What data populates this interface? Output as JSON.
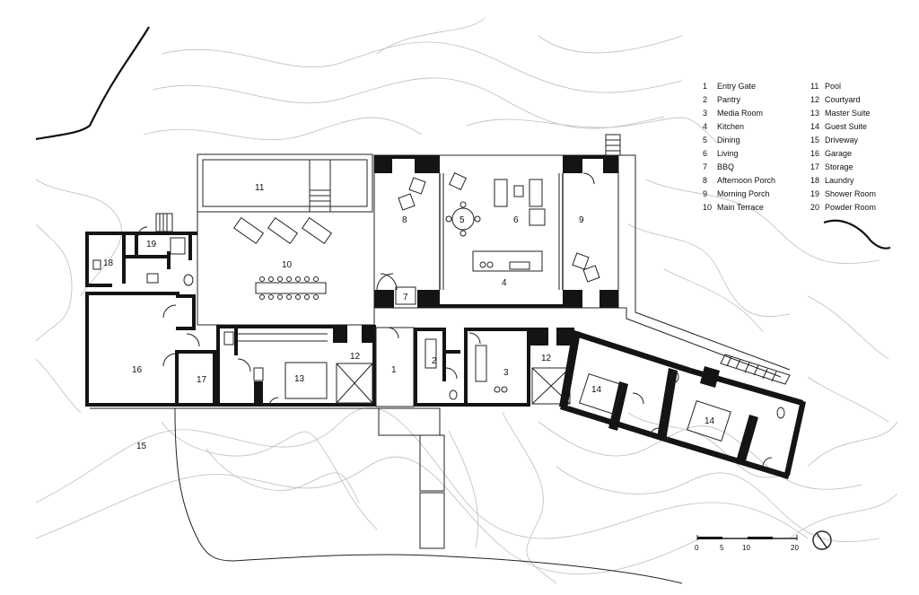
{
  "legend": {
    "items": [
      {
        "num": "1",
        "name": "Entry Gate"
      },
      {
        "num": "2",
        "name": "Pantry"
      },
      {
        "num": "3",
        "name": "Media Room"
      },
      {
        "num": "4",
        "name": "Kitchen"
      },
      {
        "num": "5",
        "name": "Dining"
      },
      {
        "num": "6",
        "name": "Living"
      },
      {
        "num": "7",
        "name": "BBQ"
      },
      {
        "num": "8",
        "name": "Afternoon Porch"
      },
      {
        "num": "9",
        "name": "Morning Porch"
      },
      {
        "num": "10",
        "name": "Main Terrace"
      },
      {
        "num": "11",
        "name": "Pool"
      },
      {
        "num": "12",
        "name": "Courtyard"
      },
      {
        "num": "13",
        "name": "Master Suite"
      },
      {
        "num": "14",
        "name": "Guest Suite"
      },
      {
        "num": "15",
        "name": "Driveway"
      },
      {
        "num": "16",
        "name": "Garage"
      },
      {
        "num": "17",
        "name": "Storage"
      },
      {
        "num": "18",
        "name": "Laundry"
      },
      {
        "num": "19",
        "name": "Shower Room"
      },
      {
        "num": "20",
        "name": "Powder Room"
      }
    ]
  },
  "plan_labels": {
    "l1": "1",
    "l2": "2",
    "l3": "3",
    "l4": "4",
    "l5": "5",
    "l6": "6",
    "l7": "7",
    "l8": "8",
    "l9": "9",
    "l10": "10",
    "l11": "11",
    "l12a": "12",
    "l12b": "12",
    "l13": "13",
    "l14a": "14",
    "l14b": "14",
    "l15": "15",
    "l16": "16",
    "l17": "17",
    "l18": "18",
    "l19": "19"
  },
  "scale_bar": {
    "t0": "0",
    "t5": "5",
    "t10": "10",
    "t20": "20"
  },
  "icons": {
    "north": "north-arrow-icon"
  }
}
